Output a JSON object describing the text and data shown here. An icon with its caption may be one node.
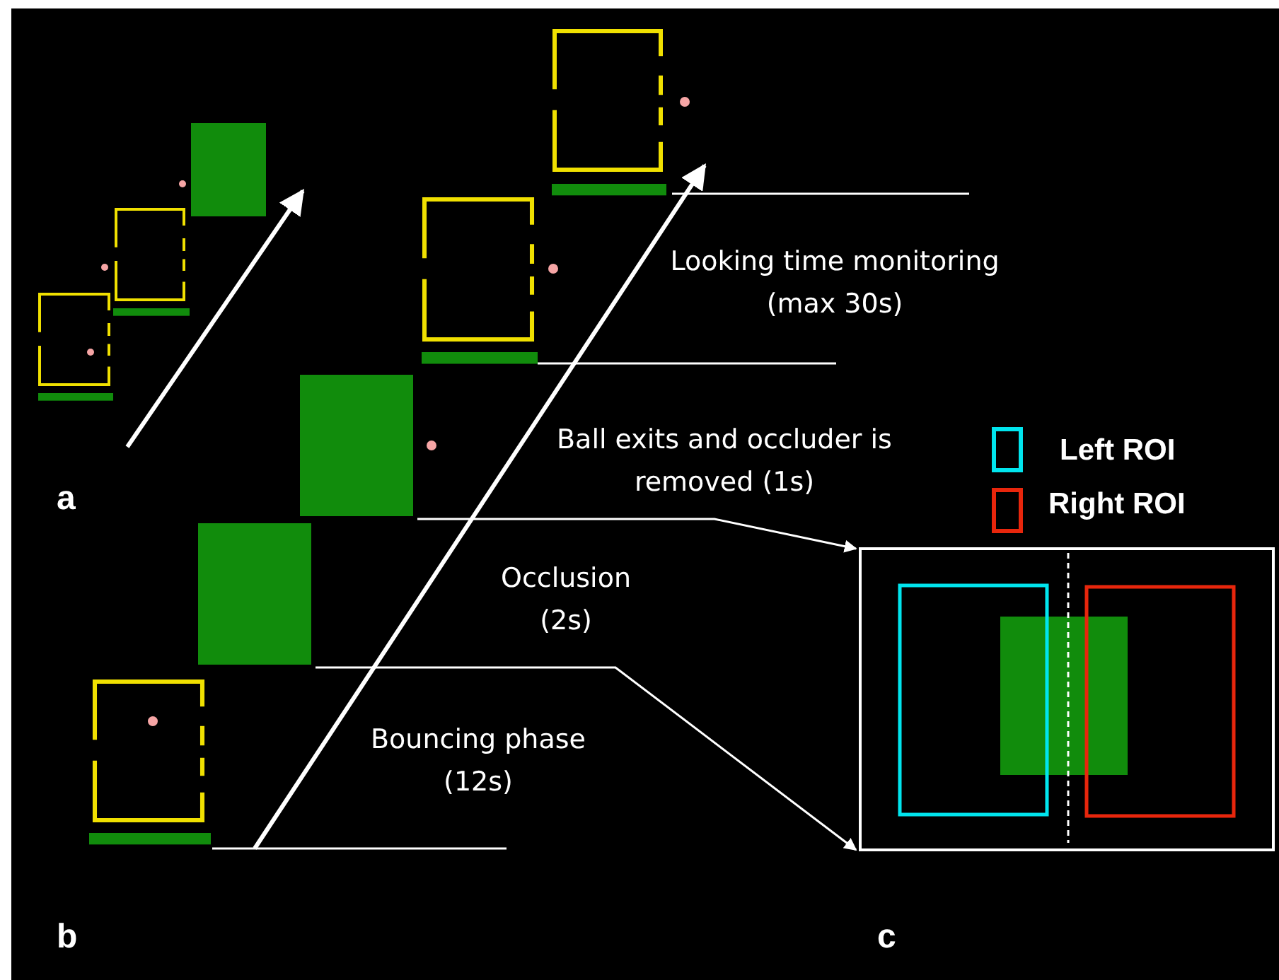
{
  "diagram": {
    "nodes": [
      {
        "text": [
          "Looking time monitoring (max 30s)"
        ]
      },
      {
        "text": [
          "Ball exits and occluder is removed (1s)"
        ]
      },
      {
        "text": [
          "Occlusion (2s)"
        ]
      },
      {
        "text": [
          "Bouncing phase (12s)"
        ]
      },
      {
        "text": [],
        "shape": "box"
      },
      {
        "text": [],
        "shape": "box"
      },
      {
        "text": [],
        "shape": "box"
      }
    ],
    "edges": [
      {
        "from": 5,
        "to": 4,
        "arrow": "to"
      },
      {
        "from": 6,
        "to": 4,
        "arrow": "to"
      }
    ],
    "labels": [
      "a",
      "b",
      "c"
    ],
    "legend": [
      {
        "text": "Left ROI",
        "color": "#00e5ee"
      },
      {
        "text": "Right ROI",
        "color": "#e8260c"
      }
    ]
  }
}
